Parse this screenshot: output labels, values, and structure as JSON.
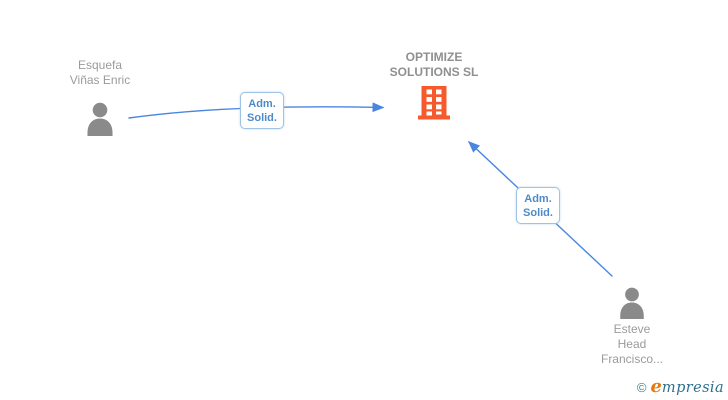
{
  "diagram": {
    "type": "corporate-relationship-graph",
    "nodes": {
      "person1": {
        "type": "person",
        "icon": "person-icon",
        "name_lines": [
          "Esquefa",
          "Viñas Enric"
        ]
      },
      "company": {
        "type": "company",
        "icon": "building-icon",
        "name_lines": [
          "OPTIMIZE",
          "SOLUTIONS SL"
        ]
      },
      "person2": {
        "type": "person",
        "icon": "person-icon",
        "name_lines": [
          "Esteve",
          "Head",
          "Francisco..."
        ]
      }
    },
    "edges": [
      {
        "from": "person1",
        "to": "company",
        "label_lines": [
          "Adm.",
          "Solid."
        ]
      },
      {
        "from": "person2",
        "to": "company",
        "label_lines": [
          "Adm.",
          "Solid."
        ]
      }
    ],
    "colors": {
      "arrow": "#4a86e0",
      "building_icon": "#f6592c",
      "person_icon": "#8a8a8a",
      "node_label_text": "#9b9b9b",
      "company_label_text": "#8f8f8f",
      "edge_label_text": "#4e8ac9",
      "edge_label_border": "#9dc3e6",
      "background": "#ffffff"
    }
  },
  "watermark": {
    "copyright_symbol": "©",
    "brand_first_letter": "e",
    "brand_rest": "mpresia",
    "brand_orange": "#e8790c",
    "brand_teal": "#2d7090"
  }
}
